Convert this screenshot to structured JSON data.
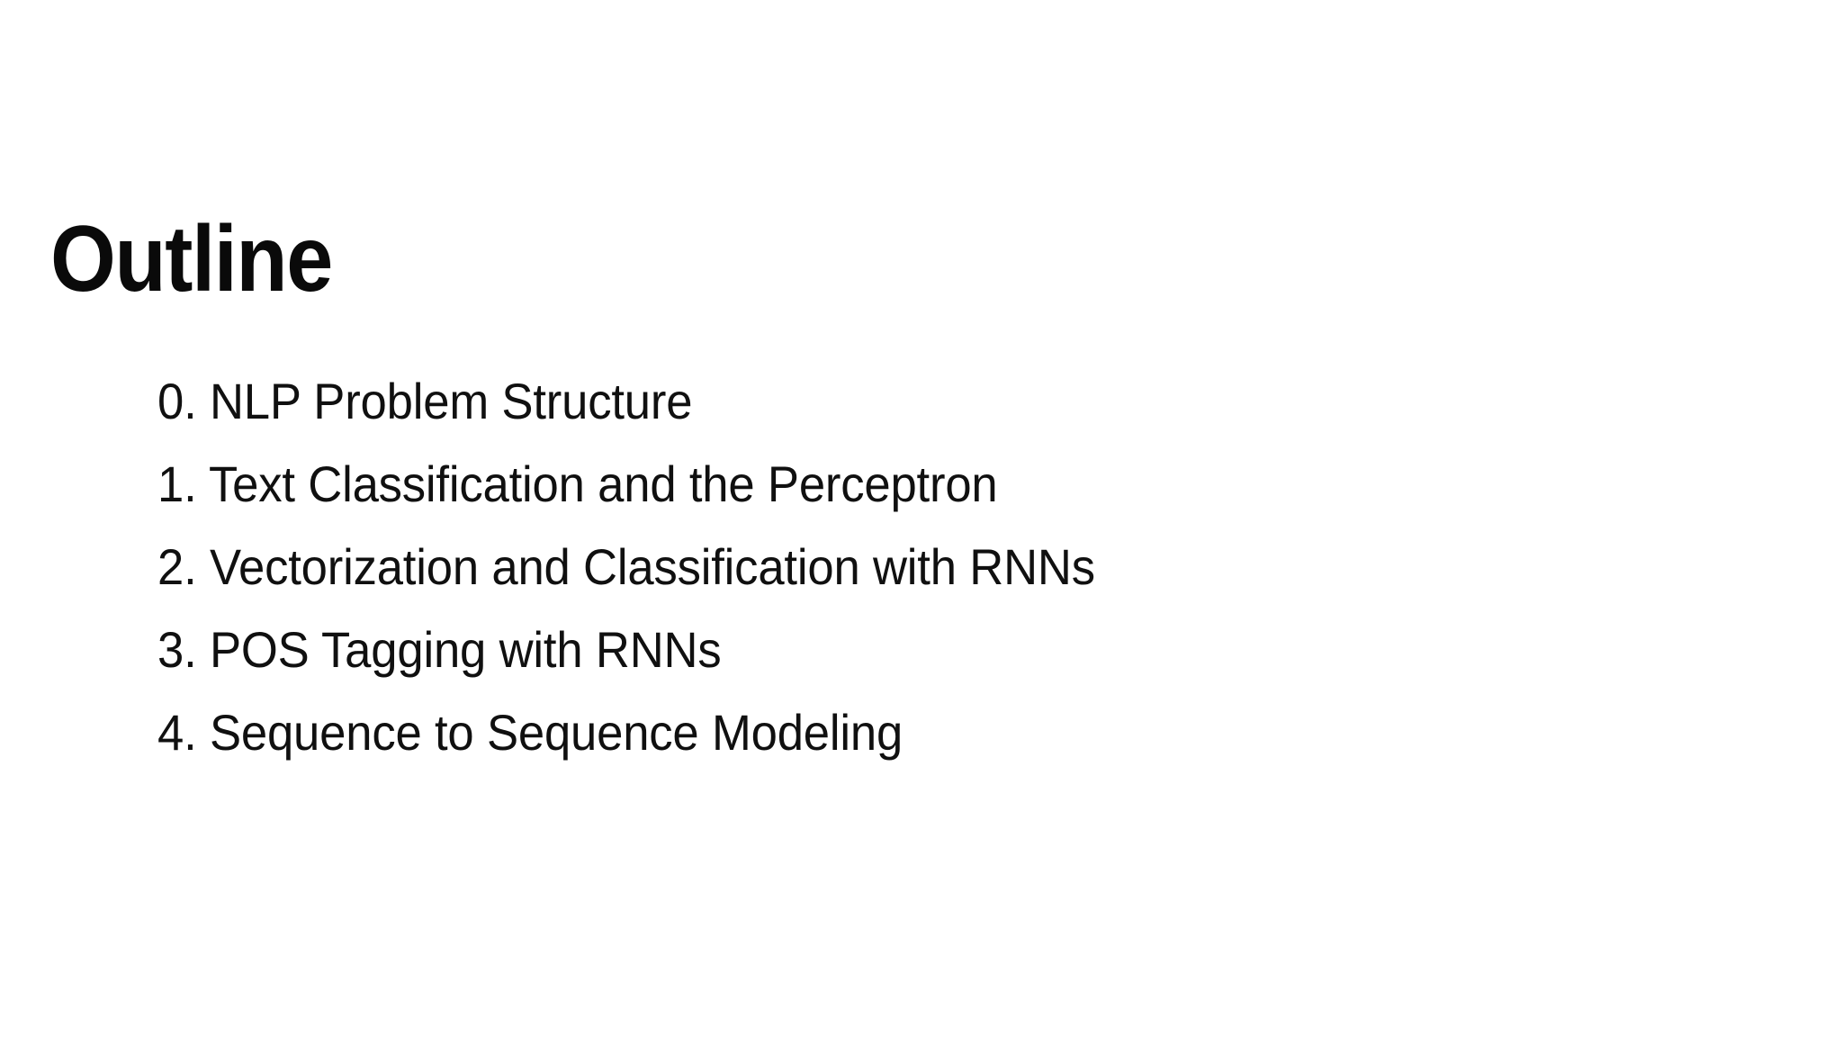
{
  "slide": {
    "title": "Outline",
    "background_color": "#ffffff",
    "text_color": "#101010",
    "outline_items": [
      "0. NLP Problem Structure",
      "1. Text Classification and the Perceptron",
      "2. Vectorization and Classification with RNNs",
      "3. POS Tagging with RNNs",
      "4. Sequence to Sequence Modeling"
    ]
  }
}
